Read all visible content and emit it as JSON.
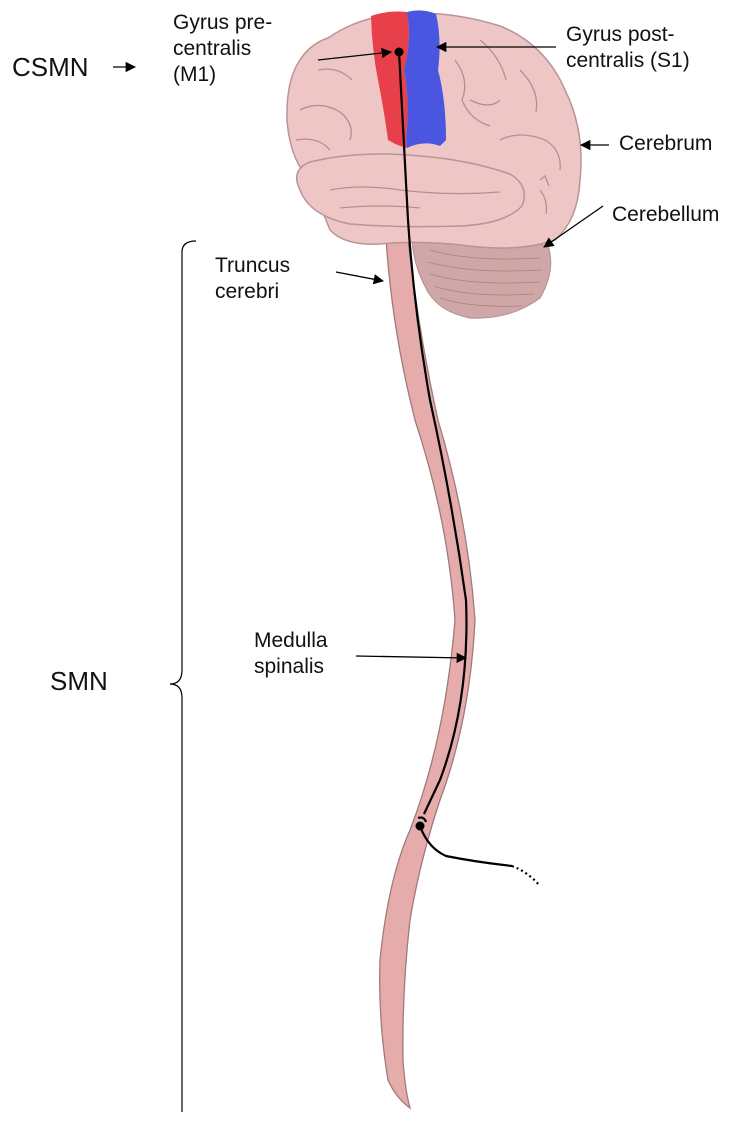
{
  "labels": {
    "csmn": "CSMN",
    "smn": "SMN",
    "precentral": [
      "Gyrus pre-",
      "centralis",
      "(M1)"
    ],
    "postcentral": [
      "Gyrus post-",
      "centralis (S1)"
    ],
    "cerebrum": "Cerebrum",
    "cerebellum": "Cerebellum",
    "truncus": [
      "Truncus",
      "cerebri"
    ],
    "medulla": [
      "Medulla",
      "spinalis"
    ]
  },
  "colors": {
    "brain": "#efc6c6",
    "brain_outline": "#b89494",
    "sulci": "#b58f8f",
    "cerebellum": "#cfa7a7",
    "spinal_cord": "#e6abab",
    "spinal_outline": "#9e7b7b",
    "m1": "#e8404a",
    "s1": "#4a55e0",
    "neuron": "#000000"
  }
}
